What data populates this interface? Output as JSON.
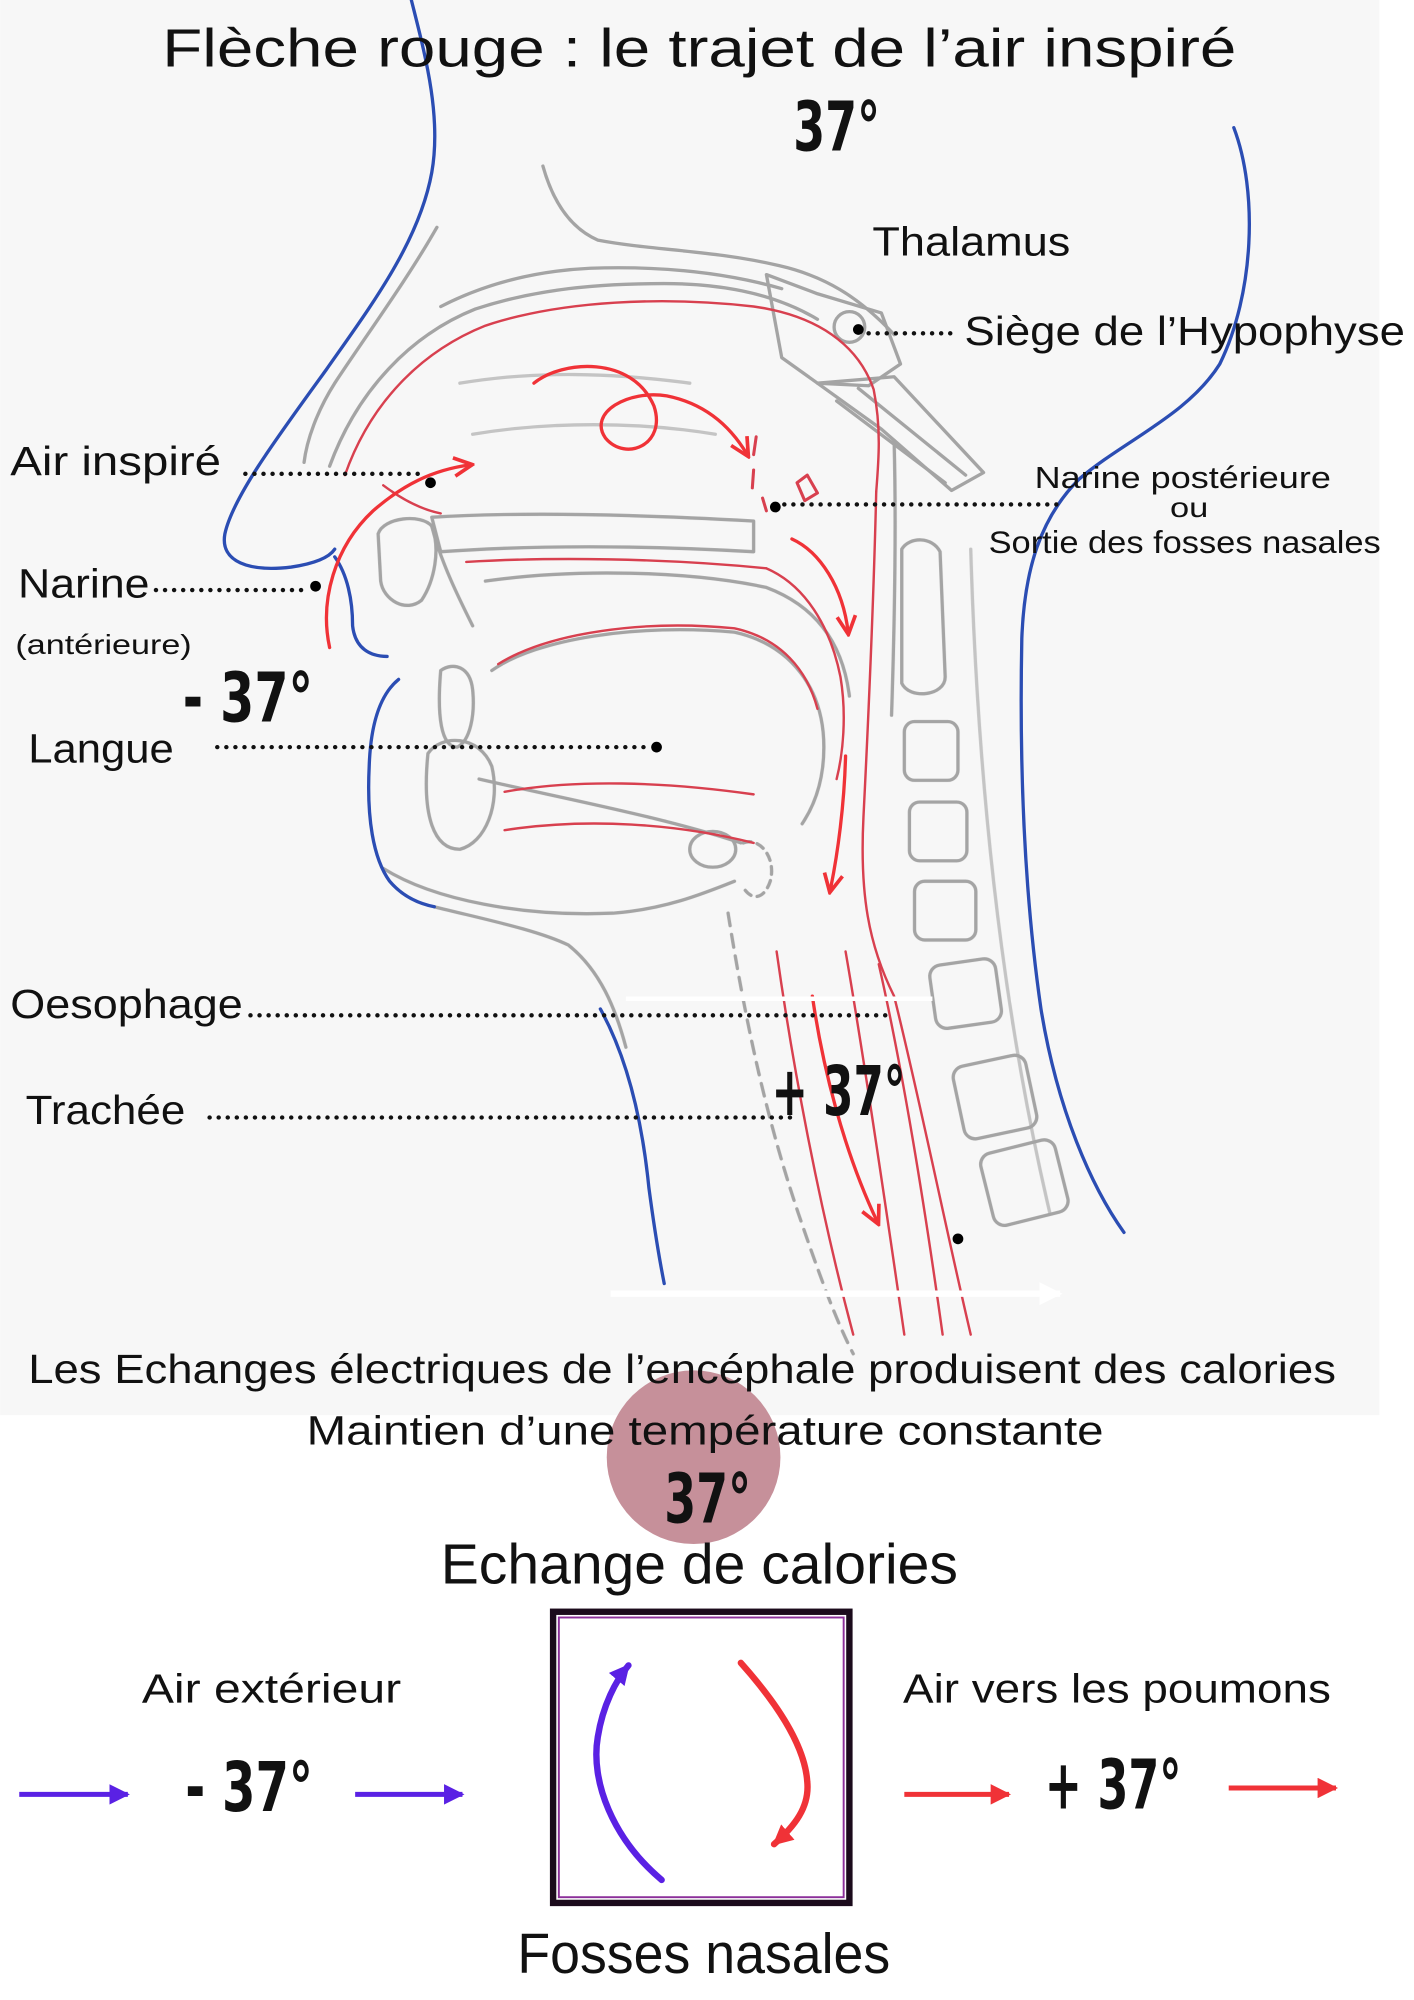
{
  "title": "Flèche rouge : le trajet de l’air inspiré",
  "temp_top": "37°",
  "labels": {
    "thalamus": "Thalamus",
    "hypophyse": "Siège de l’Hypophyse",
    "air_inspire": "Air inspiré",
    "narine": "Narine",
    "narine_sub": "(antérieure)",
    "temp_cold": "- 37°",
    "langue": "Langue",
    "narine_post_1": "Narine postérieure",
    "narine_post_2": "ou",
    "narine_post_3": "Sortie des fosses nasales",
    "oesophage": "Oesophage",
    "trachee": "Trachée",
    "temp_warm": "+ 37°"
  },
  "caption": {
    "line1": "Les Echanges électriques de l’encéphale produisent des calories",
    "line2": "Maintien d’une température constante",
    "temp": "37°"
  },
  "exchange": {
    "title": "Echange de calories",
    "left_label": "Air extérieur",
    "left_temp": "- 37°",
    "right_label": "Air vers les poumons",
    "right_temp": "+ 37°",
    "box_label": "Fosses nasales"
  },
  "colors": {
    "title_red": "#ef3e42",
    "arrow_red": "#f03237",
    "arrow_purple": "#5a21e4",
    "face_blue": "#2b4db3",
    "airway_red": "#d8404f",
    "pencil_gray": "#9a9a9a",
    "circle_pink": "#c6909a",
    "box_border": "#1b0b1c",
    "box_inner": "#8c2f9a"
  }
}
